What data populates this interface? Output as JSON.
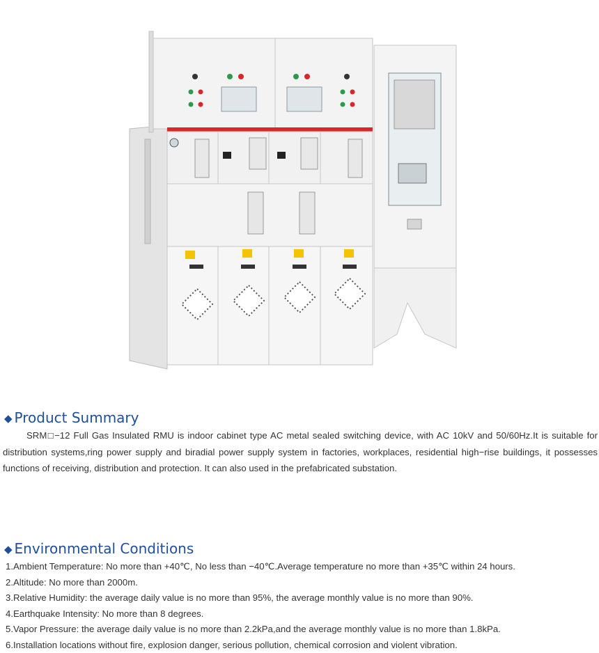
{
  "product": {
    "image_name": "SRM-12 ring main unit cabinet"
  },
  "summary": {
    "heading": "Product Summary",
    "paragraph": "SRM□−12 Full Gas Insulated RMU is indoor cabinet type AC metal sealed switching device, with AC 10kV and 50/60Hz.It is suitable for distribution systems,ring power supply and biradial power supply system in factories, workplaces, residential high−rise buildings, it possesses functions of  receiving, distribution and protection. It can also used in the prefabricated substation."
  },
  "environment": {
    "heading": "Environmental Conditions",
    "items": [
      "1.Ambient Temperature: No more than +40℃, No less than −40℃.Average temperature  no  more than  +35℃  within 24 hours.",
      "2.Altitude: No more than 2000m.",
      "3.Relative Humidity: the average daily value is no more than 95%, the average monthly value is no more than 90%.",
      "4.Earthquake Intensity: No more than 8 degrees.",
      "5.Vapor Pressure: the average daily value is no more than 2.2kPa,and the average monthly value is no more than 1.8kPa.",
      "6.Installation locations without fire, explosion danger, serious pollution, chemical corrosion and violent vibration."
    ]
  },
  "colors": {
    "heading": "#1f4e9a",
    "body_text": "#333333",
    "cabinet_body": "#f2f2f2",
    "warning_label": "#f5c400",
    "accent_red": "#d9262a"
  }
}
